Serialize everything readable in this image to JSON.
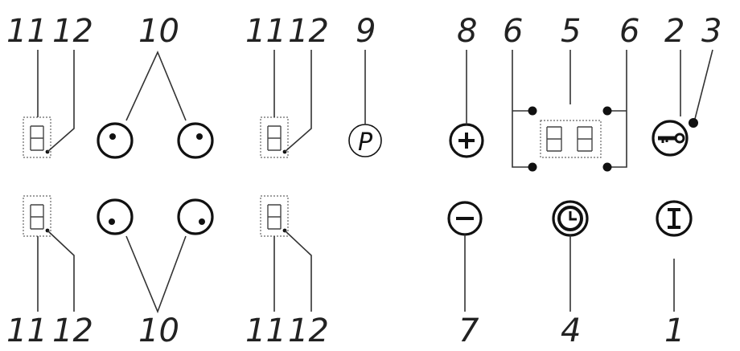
{
  "labels": {
    "top": [
      "11",
      "12",
      "10",
      "11",
      "12",
      "9",
      "8",
      "6",
      "5",
      "6",
      "2",
      "3"
    ],
    "bottom": [
      "11",
      "12",
      "10",
      "11",
      "12",
      "7",
      "4",
      "1"
    ]
  },
  "symbols": {
    "pause": "P"
  },
  "icons": [
    "plus-icon",
    "minus-icon",
    "key-lock-icon",
    "timer-clock-icon",
    "power-icon",
    "seven-segment-display-icon",
    "cooking-zone-icon"
  ]
}
